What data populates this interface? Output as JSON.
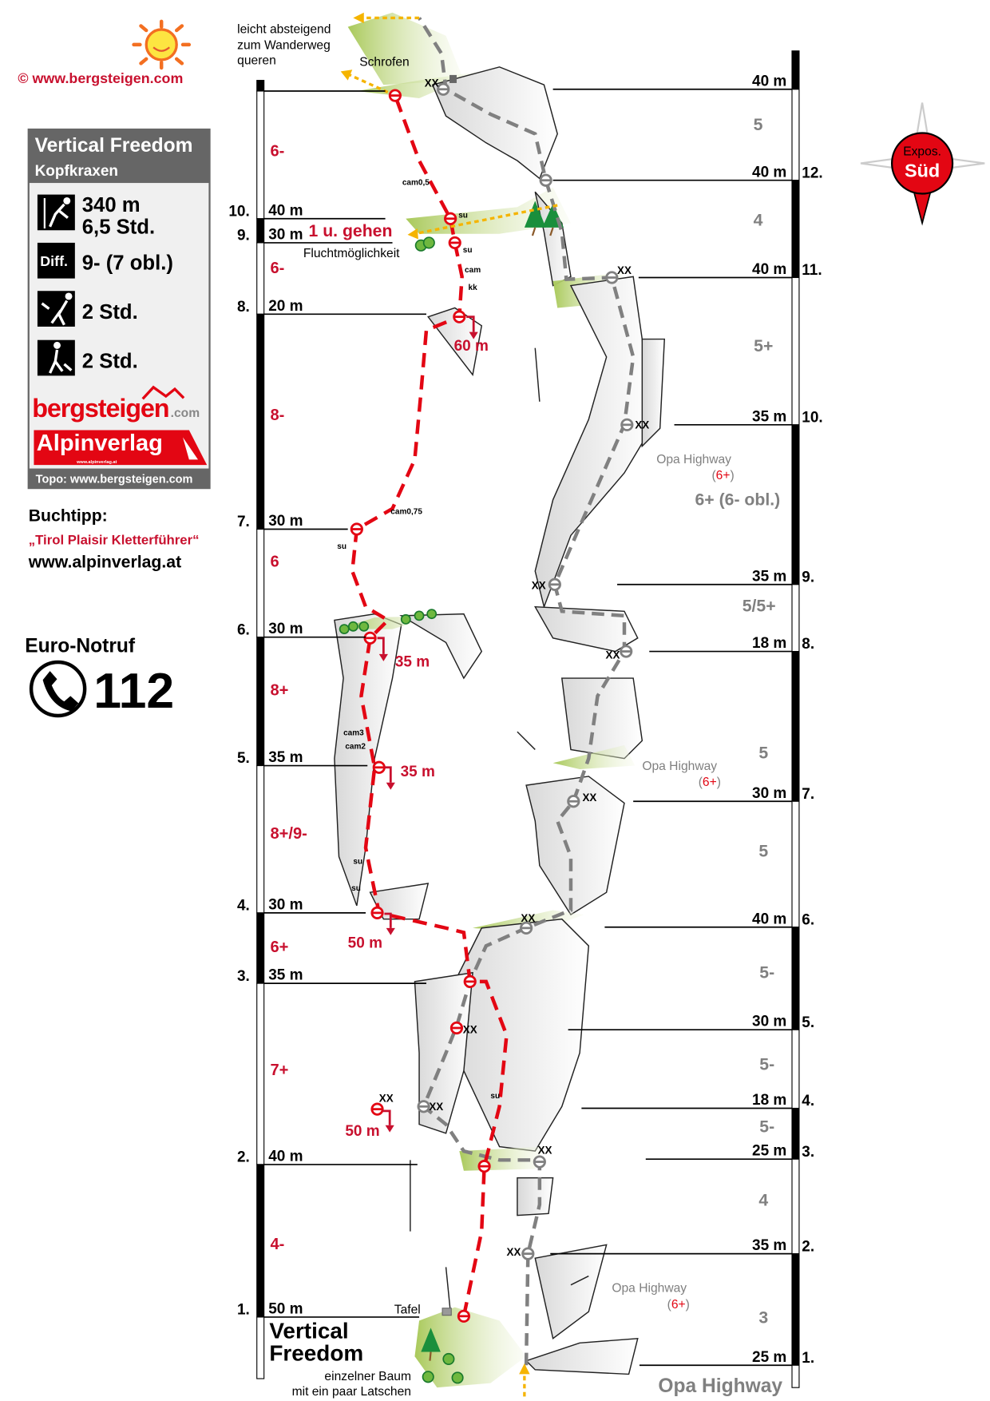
{
  "header": {
    "copyright": "© www.bergsteigen.com",
    "exposure_label": "Expos.",
    "exposure_value": "Süd"
  },
  "infobox": {
    "title": "Vertical Freedom",
    "subtitle": "Kopfkraxen",
    "length": "340 m",
    "duration": "6,5 Std.",
    "diff_label": "Diff.",
    "difficulty": "9- (7 obl.)",
    "approach": "2 Std.",
    "descent": "2 Std.",
    "logo_bergsteigen": "bergsteigen",
    "logo_com": ".com",
    "logo_alpinverlag": "Alpinverlag",
    "logo_alpinverlag_url": "www.alpinverlag.at",
    "topo_credit": "Topo: www.bergsteigen.com"
  },
  "book": {
    "heading": "Buchtipp:",
    "title": "„Tirol Plaisir Kletterführer“",
    "url": "www.alpinverlag.at"
  },
  "emergency": {
    "label": "Euro-Notruf",
    "number": "112"
  },
  "vertical_freedom": {
    "name_line1": "Vertical",
    "name_line2": "Freedom",
    "belays": [
      {
        "num": "10.",
        "length": "40 m"
      },
      {
        "num": "9.",
        "length": "30 m"
      },
      {
        "num": "8.",
        "length": "20 m"
      },
      {
        "num": "7.",
        "length": "30 m"
      },
      {
        "num": "6.",
        "length": "30 m"
      },
      {
        "num": "5.",
        "length": "35 m"
      },
      {
        "num": "4.",
        "length": "30 m"
      },
      {
        "num": "3.",
        "length": "35 m"
      },
      {
        "num": "2.",
        "length": "40 m"
      },
      {
        "num": "1.",
        "length": "50 m"
      }
    ],
    "grades": [
      "6-",
      "6-",
      "8-",
      "6",
      "8+",
      "8+/9-",
      "6+",
      "7+",
      "4-"
    ],
    "walk_note": "1 u. gehen",
    "rappels": [
      "60 m",
      "35 m",
      "35 m",
      "50 m",
      "50 m"
    ]
  },
  "opa_highway": {
    "name": "Opa Highway",
    "label": "Opa Highway",
    "grade_label": "6+",
    "belays": [
      {
        "num": "",
        "length": "40 m"
      },
      {
        "num": "12.",
        "length": "40 m"
      },
      {
        "num": "11.",
        "length": "40 m"
      },
      {
        "num": "10.",
        "length": "35 m"
      },
      {
        "num": "9.",
        "length": "35 m"
      },
      {
        "num": "8.",
        "length": "18 m"
      },
      {
        "num": "7.",
        "length": "30 m"
      },
      {
        "num": "6.",
        "length": "40 m"
      },
      {
        "num": "5.",
        "length": "30 m"
      },
      {
        "num": "4.",
        "length": "18 m"
      },
      {
        "num": "3.",
        "length": "25 m"
      },
      {
        "num": "2.",
        "length": "35 m"
      },
      {
        "num": "1.",
        "length": "25 m"
      }
    ],
    "grades": [
      "5",
      "4",
      "5+",
      "6+ (6- obl.)",
      "5/5+",
      "5",
      "5",
      "5-",
      "5-",
      "5-",
      "4",
      "3"
    ]
  },
  "annotations": {
    "descent_note": [
      "leicht absteigend",
      "zum Wanderweg",
      "queren"
    ],
    "schrofen": "Schrofen",
    "escape": "Fluchtmöglichkeit",
    "tafel": "Tafel",
    "tree_note": [
      "einzelner Baum",
      "mit ein paar Latschen"
    ],
    "gear": [
      "cam0,5",
      "su",
      "su",
      "cam",
      "kk",
      "cam0,75",
      "su",
      "cam3",
      "cam2",
      "su",
      "su",
      "su"
    ],
    "anchor": "XX"
  },
  "colors": {
    "red": "#c8102e",
    "gray": "#808080",
    "orange": "#f5b400",
    "green": "#b5cf6b"
  }
}
